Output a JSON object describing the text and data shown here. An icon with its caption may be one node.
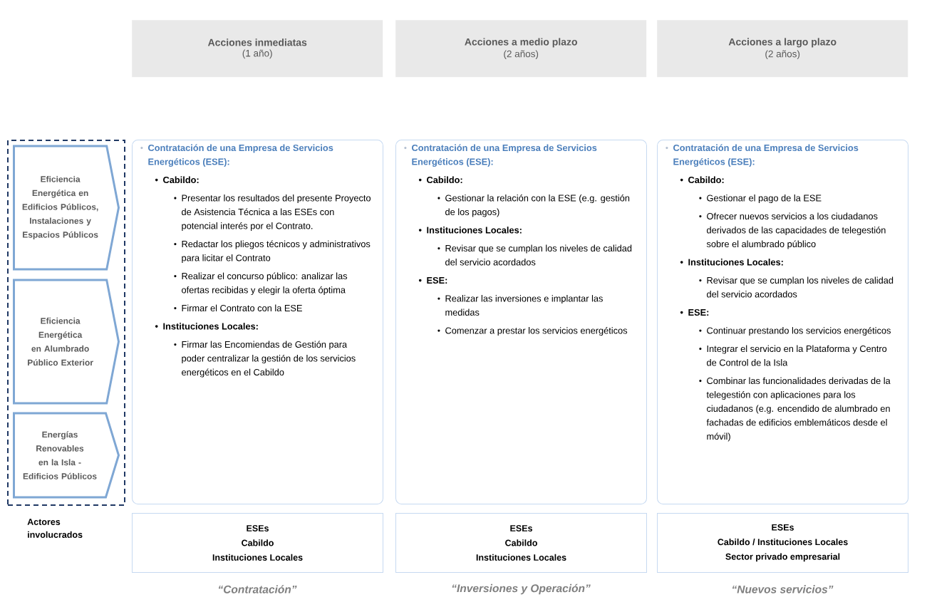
{
  "diagram": {
    "nodes": [
      {
        "text": [],
        "shape": "box"
      },
      {
        "text": [
          "Eficiencia Energética en Edificios Públicos, Instalaciones y Espacios Públicos"
        ],
        "in": 0
      },
      {
        "text": [
          "Eficiencia Energética en Alumbrado Público Exterior"
        ],
        "in": 0
      },
      {
        "text": [
          "Energías Renovables en la Isla - Edificios Públicos"
        ],
        "in": 0
      },
      {
        "text": [
          "Acciones inmediatas",
          "(1 año)"
        ]
      },
      {
        "text": [
          "Acciones a medio plazo",
          "(2 años)"
        ]
      },
      {
        "text": [
          "Acciones a largo plazo",
          "(2 años)"
        ]
      },
      {
        "text": [
          "Contratación de una Empresa de Servicios Energéticos (ESE):",
          "Cabildo:",
          "Presentar los resultados del presente Proyecto de Asistencia Técnica a las ESEs con potencial interés por el Contrato.",
          "Redactar los pliegos técnicos y administrativos para licitar el Contrato",
          "Realizar el concurso público: analizar las ofertas recibidas y elegir la oferta óptima",
          "Firmar el Contrato con la ESE",
          "Instituciones Locales:",
          "Firmar las Encomiendas de Gestión para poder centralizar la gestión de los servicios energéticos en el Cabildo"
        ]
      },
      {
        "text": [
          "Contratación de una Empresa de Servicios Energéticos (ESE):",
          "Cabildo:",
          "Gestionar la relación con la ESE (e.g. gestión de los pagos)",
          "Instituciones Locales:",
          "Revisar que se cumplan los niveles de calidad del servicio acordados",
          "ESE:",
          "Realizar las inversiones e implantar las medidas",
          "Comenzar a prestar los servicios energéticos"
        ]
      },
      {
        "text": [
          "Contratación de una Empresa de Servicios Energéticos (ESE):",
          "Cabildo:",
          "Gestionar el pago de la ESE",
          "Ofrecer nuevos servicios a los ciudadanos derivados de las capacidades de telegestión sobre el alumbrado público",
          "Instituciones Locales:",
          "Revisar que se cumplan los niveles de calidad del servicio acordados",
          "ESE:",
          "Continuar prestando los servicios energéticos",
          "Integrar el servicio en la Plataforma y Centro de Control de la Isla",
          "Combinar las funcionalidades derivadas de la telegestión con aplicaciones para los ciudadanos (e.g. encendido de alumbrado en fachadas de edificios emblemáticos desde el móvil)"
        ]
      },
      {
        "text": [
          "ESEs",
          "Cabildo",
          "Instituciones Locales"
        ]
      },
      {
        "text": [
          "ESEs",
          "Cabildo",
          "Instituciones Locales"
        ]
      },
      {
        "text": [
          "ESEs",
          "Cabildo / Instituciones Locales",
          "Sector privado empresarial"
        ]
      }
    ],
    "labels": [
      "Actores involucrados",
      "“Contratación”",
      "“Inversiones y Operación”",
      "“Nuevos servicios”"
    ]
  }
}
